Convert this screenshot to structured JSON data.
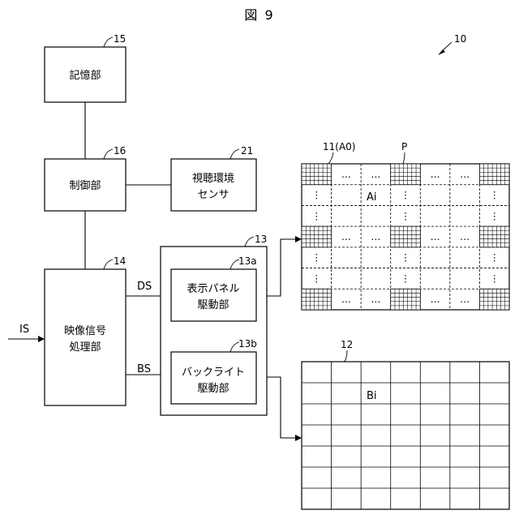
{
  "figure": {
    "title": "図 9",
    "ref": "10"
  },
  "blocks": {
    "memory": {
      "label": "記憶部",
      "ref": "15"
    },
    "control": {
      "label": "制御部",
      "ref": "16"
    },
    "sensor": {
      "label_lines": [
        "視聴環境",
        "センサ"
      ],
      "ref": "21"
    },
    "video": {
      "label_lines": [
        "映像信号",
        "処理部"
      ],
      "ref": "14"
    },
    "driver_group": {
      "ref": "13"
    },
    "panel_driver": {
      "label_lines": [
        "表示パネル",
        "駆動部"
      ],
      "ref": "13a"
    },
    "backlight_driver": {
      "label_lines": [
        "バックライト",
        "駆動部"
      ],
      "ref": "13b"
    }
  },
  "signals": {
    "input": "IS",
    "ds": "DS",
    "bs": "BS"
  },
  "panel": {
    "ref": "11(A0)",
    "pixel_ref": "P",
    "area_label": "Ai",
    "cols": 7,
    "rows": 7,
    "hatched_cols": [
      0,
      3,
      6
    ],
    "hatched_rows": [
      0,
      3,
      6
    ],
    "dots_h": "…",
    "dots_v": "⋮"
  },
  "backlight": {
    "ref": "12",
    "area_label": "Bi",
    "cols": 7,
    "rows": 7
  }
}
